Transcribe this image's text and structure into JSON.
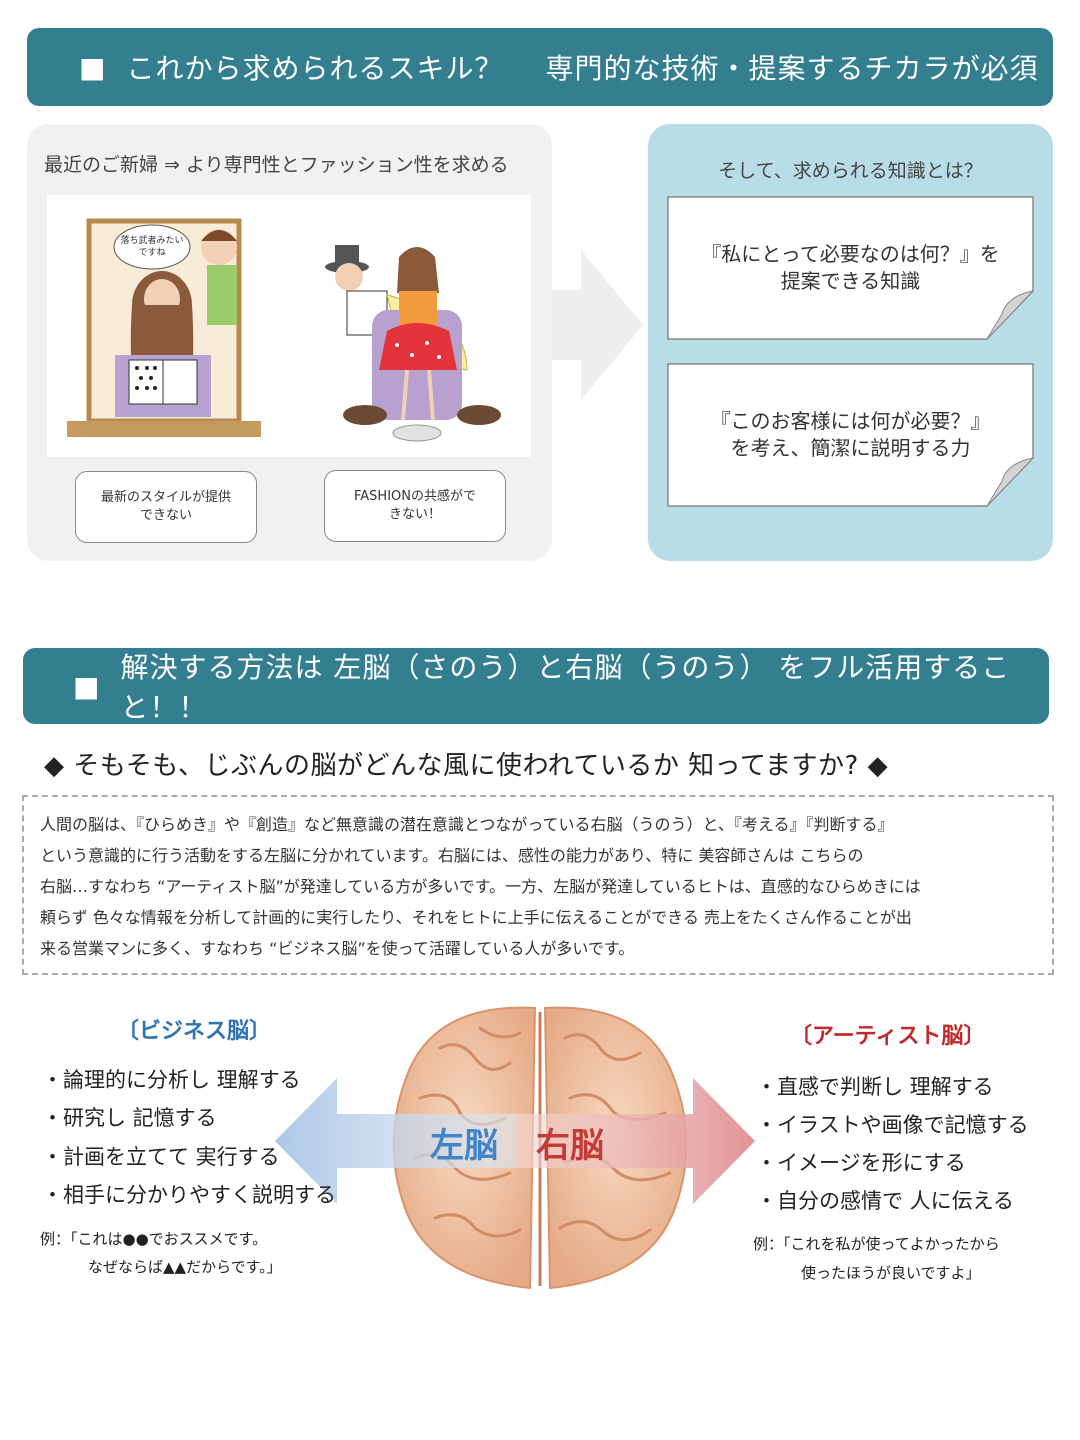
{
  "header1": {
    "bullet": "■",
    "title": "これから求められるスキル？",
    "subtitle": "専門的な技術・提案するチカラが必須"
  },
  "left_panel": {
    "caption": "最近のご新婦 ⇒ より専門性とファッション性を求める",
    "illustration_text": [
      "落ち武者みたい",
      "ですね"
    ],
    "speech1": [
      "最新のスタイルが提供",
      "できない"
    ],
    "speech2": [
      "FASHIONの共感がで",
      "きない！"
    ]
  },
  "right_panel": {
    "caption": "そして、求められる知識とは？",
    "note1": [
      "『私にとって必要なのは何？』を",
      "提案できる知識"
    ],
    "note2": [
      "『このお客様には何が必要？』",
      "を考え、簡潔に説明する力"
    ]
  },
  "header2": {
    "bullet": "■",
    "title": "解決する方法は 左脳（さのう）と右脳（うのう） をフル活用すること！！"
  },
  "question": "◆ そもそも、じぶんの脳がどんな風に使われているか 知ってますか? ◆",
  "paragraph": [
    "人間の脳は、『ひらめき』や『創造』など無意識の潜在意識とつながっている右脳（うのう）と、『考える』『判断する』",
    "という意識的に行う活動をする左脳に分かれています。右脳には、感性の能力があり、特に 美容師さんは こちらの",
    "右脳…すなわち “アーティスト脳”が発達している方が多いです。一方、左脳が発達しているヒトは、直感的なひらめきには",
    "頼らず 色々な情報を分析して計画的に実行したり、それをヒトに上手に伝えることができる 売上をたくさん作ることが出",
    "来る営業マンに多く、すなわち “ビジネス脳”を使って活躍している人が多いです。"
  ],
  "business": {
    "heading": "〔ビジネス脳〕",
    "items": [
      "・論理的に分析し 理解する",
      "・研究し 記憶する",
      "・計画を立てて 実行する",
      "・相手に分かりやすく説明する"
    ],
    "example": [
      "例：「これは●●でおススメです。",
      "なぜならば▲▲だからです。」"
    ]
  },
  "artist": {
    "heading": "〔アーティスト脳〕",
    "items": [
      "・直感で判断し 理解する",
      "・イラストや画像で記憶する",
      "・イメージを形にする",
      "・自分の感情で 人に伝える"
    ],
    "example": [
      "例：「これを私が使ってよかったから",
      "使ったほうが良いですよ」"
    ]
  },
  "brain": {
    "left_label": "左脳",
    "right_label": "右脳"
  },
  "colors": {
    "band": "#337e8f",
    "right_panel": "#b9dde7",
    "business": "#2e73b8",
    "artist": "#c02a2a"
  }
}
